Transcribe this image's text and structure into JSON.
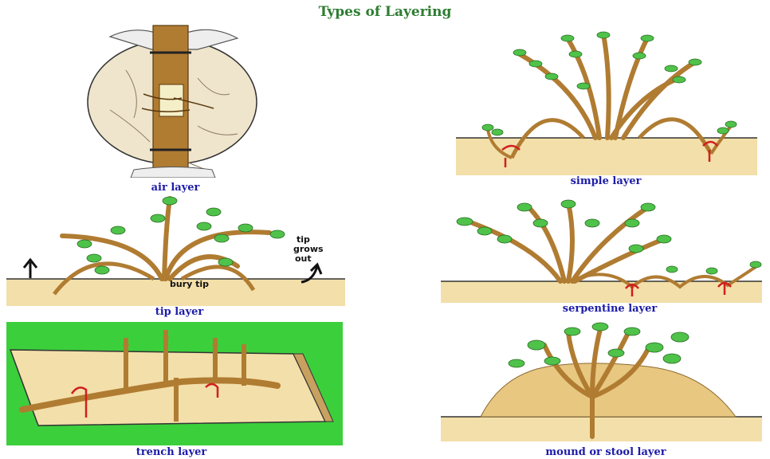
{
  "title": "Types of Layering",
  "panels": {
    "air": {
      "caption": "air layer"
    },
    "simple": {
      "caption": "simple layer"
    },
    "tip": {
      "caption": "tip layer",
      "label_tip_line1": "tip",
      "label_tip_line2": "grows",
      "label_tip_line3": "out",
      "label_bury": "bury tip"
    },
    "serpentine": {
      "caption": "serpentine layer"
    },
    "trench": {
      "caption": "trench layer"
    },
    "mound": {
      "caption": "mound or stool layer"
    }
  },
  "colors": {
    "title": "#2e7d32",
    "caption": "#1c1ca8",
    "soil": "#f3dfa9",
    "stem": "#b07c32",
    "leaf": "#4fc24a",
    "pin": "#d01f1f",
    "trench_bg": "#3ccf3c"
  }
}
